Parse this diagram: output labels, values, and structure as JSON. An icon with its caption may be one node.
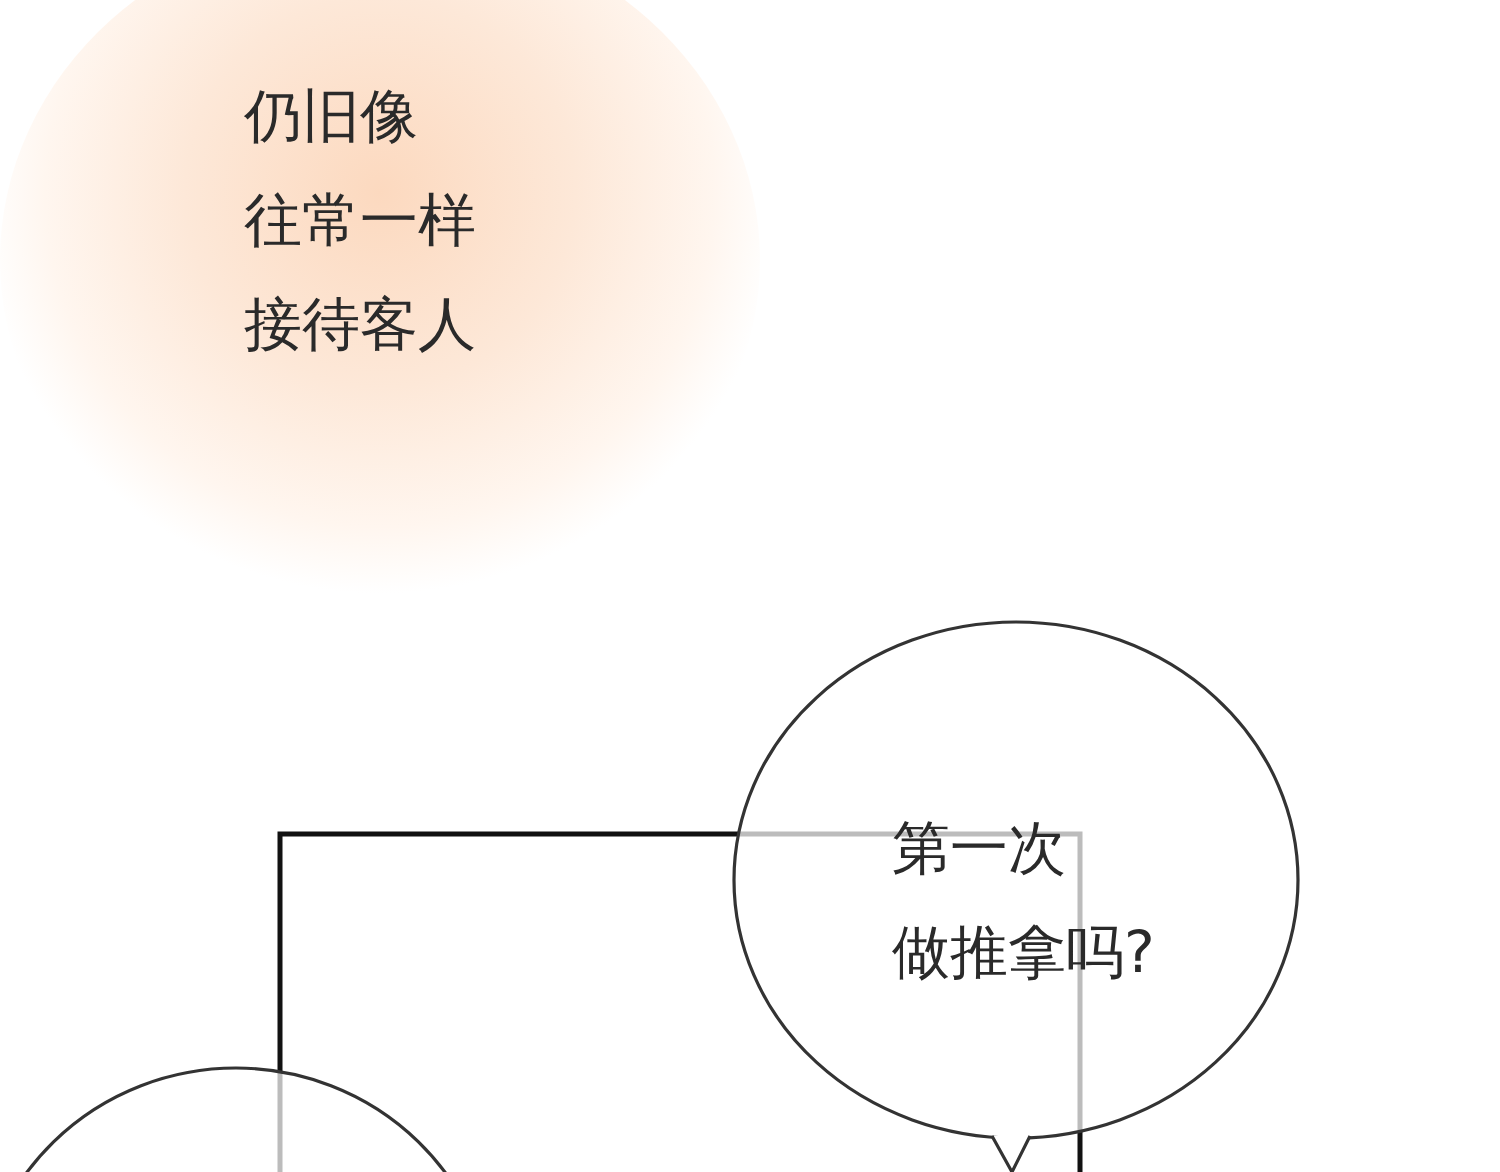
{
  "diagram": {
    "nodes": [
      {
        "text": [
          "仍旧像往常一样接待客人"
        ]
      },
      {
        "text": [
          "第一次做推拿吗?"
        ]
      },
      {
        "text": [],
        "shape": "circle"
      }
    ]
  }
}
